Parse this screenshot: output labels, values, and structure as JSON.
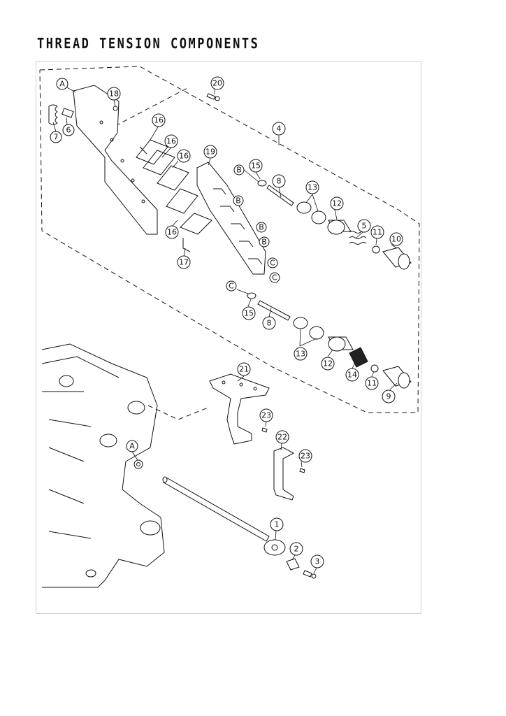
{
  "title": "THREAD TENSION COMPONENTS",
  "callouts": [
    {
      "id": "c20",
      "label": "20"
    },
    {
      "id": "cA1",
      "label": "A"
    },
    {
      "id": "c18",
      "label": "18"
    },
    {
      "id": "c6",
      "label": "6"
    },
    {
      "id": "c7",
      "label": "7"
    },
    {
      "id": "c4",
      "label": "4"
    },
    {
      "id": "c16a",
      "label": "16"
    },
    {
      "id": "c16b",
      "label": "16"
    },
    {
      "id": "c16c",
      "label": "16"
    },
    {
      "id": "c16d",
      "label": "16"
    },
    {
      "id": "c19",
      "label": "19"
    },
    {
      "id": "cB1",
      "label": "B"
    },
    {
      "id": "c15a",
      "label": "15"
    },
    {
      "id": "c8a",
      "label": "8"
    },
    {
      "id": "c13a",
      "label": "13"
    },
    {
      "id": "c12a",
      "label": "12"
    },
    {
      "id": "cB2",
      "label": "B"
    },
    {
      "id": "cB3",
      "label": "B"
    },
    {
      "id": "cB4",
      "label": "B"
    },
    {
      "id": "c5",
      "label": "5"
    },
    {
      "id": "c11a",
      "label": "11"
    },
    {
      "id": "c10",
      "label": "10"
    },
    {
      "id": "c17",
      "label": "17"
    },
    {
      "id": "cC1",
      "label": "C"
    },
    {
      "id": "cC2",
      "label": "C"
    },
    {
      "id": "cC3",
      "label": "C"
    },
    {
      "id": "c15b",
      "label": "15"
    },
    {
      "id": "c8b",
      "label": "8"
    },
    {
      "id": "c13b",
      "label": "13"
    },
    {
      "id": "c12b",
      "label": "12"
    },
    {
      "id": "c14",
      "label": "14"
    },
    {
      "id": "c11b",
      "label": "11"
    },
    {
      "id": "c9",
      "label": "9"
    },
    {
      "id": "c21",
      "label": "21"
    },
    {
      "id": "c23a",
      "label": "23"
    },
    {
      "id": "c22",
      "label": "22"
    },
    {
      "id": "c23b",
      "label": "23"
    },
    {
      "id": "cA2",
      "label": "A"
    },
    {
      "id": "c1",
      "label": "1"
    },
    {
      "id": "c2",
      "label": "2"
    },
    {
      "id": "c3",
      "label": "3"
    }
  ]
}
